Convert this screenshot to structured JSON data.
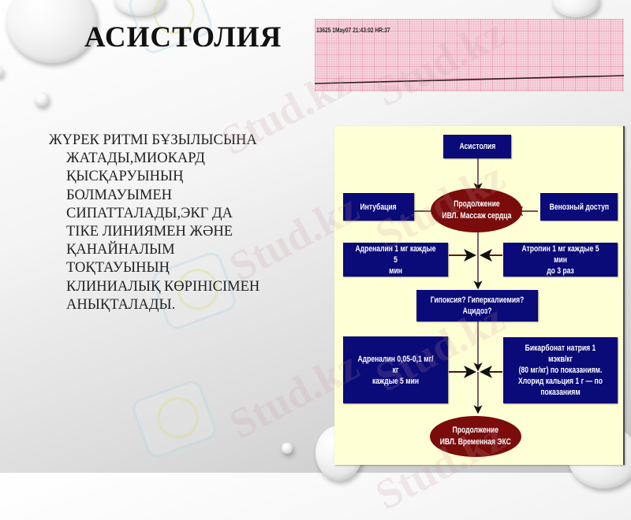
{
  "slide": {
    "title": "АСИСТОЛИЯ",
    "body_lines": [
      "ЖҮРЕК РИТМІ БҰЗЫЛЫСЫНА",
      "ЖАТАДЫ,МИОКАРД",
      "ҚЫСҚАРУЫНЫҢ",
      "БОЛМАУЫМЕН",
      "СИПАТТАЛАДЫ,ЭКГ ДА",
      "ТІКЕ ЛИНИЯМЕН ЖӘНЕ",
      "ҚАНАЙНАЛЫМ",
      "ТОҚТАУЫНЫҢ",
      "КЛИНИАЛЫҚ КӨРІНІСІМЕН",
      "АНЫҚТАЛАДЫ."
    ]
  },
  "ecg_strip": {
    "label": "13625 1May07 21:43:02  HR:37",
    "paper_color": "#f7d3dd",
    "trace": "flat line"
  },
  "flowchart": {
    "background": "#ffffd6",
    "box_color": "#0a0a78",
    "oval_color": "#7a0c0c",
    "nodes": {
      "start": "Асистолия",
      "intubation": "Интубация",
      "venous_access": "Венозный доступ",
      "cpr": "Продолжение\nИВЛ. Массаж сердца",
      "adrenaline_1": "Адреналин 1 мг каждые 5\nмин",
      "atropine": "Атропин 1 мг каждые 5 мин\nдо 3 раз",
      "causes": "Гипоксия? Гиперкалиемия?\nАцидоз?",
      "adrenaline_2": "Адреналин 0,05-0,1 мг/кг\nкаждые 5 мин",
      "bicarbonate": "Бикарбонат натрия 1 мэкв/кг\n(80 мг/кг) по показаниям.\nХлорид кальция 1 г — по\nпоказаниям",
      "end": "Продолжение\nИВЛ. Временная ЭКС"
    }
  },
  "watermark": "Stud.kz"
}
